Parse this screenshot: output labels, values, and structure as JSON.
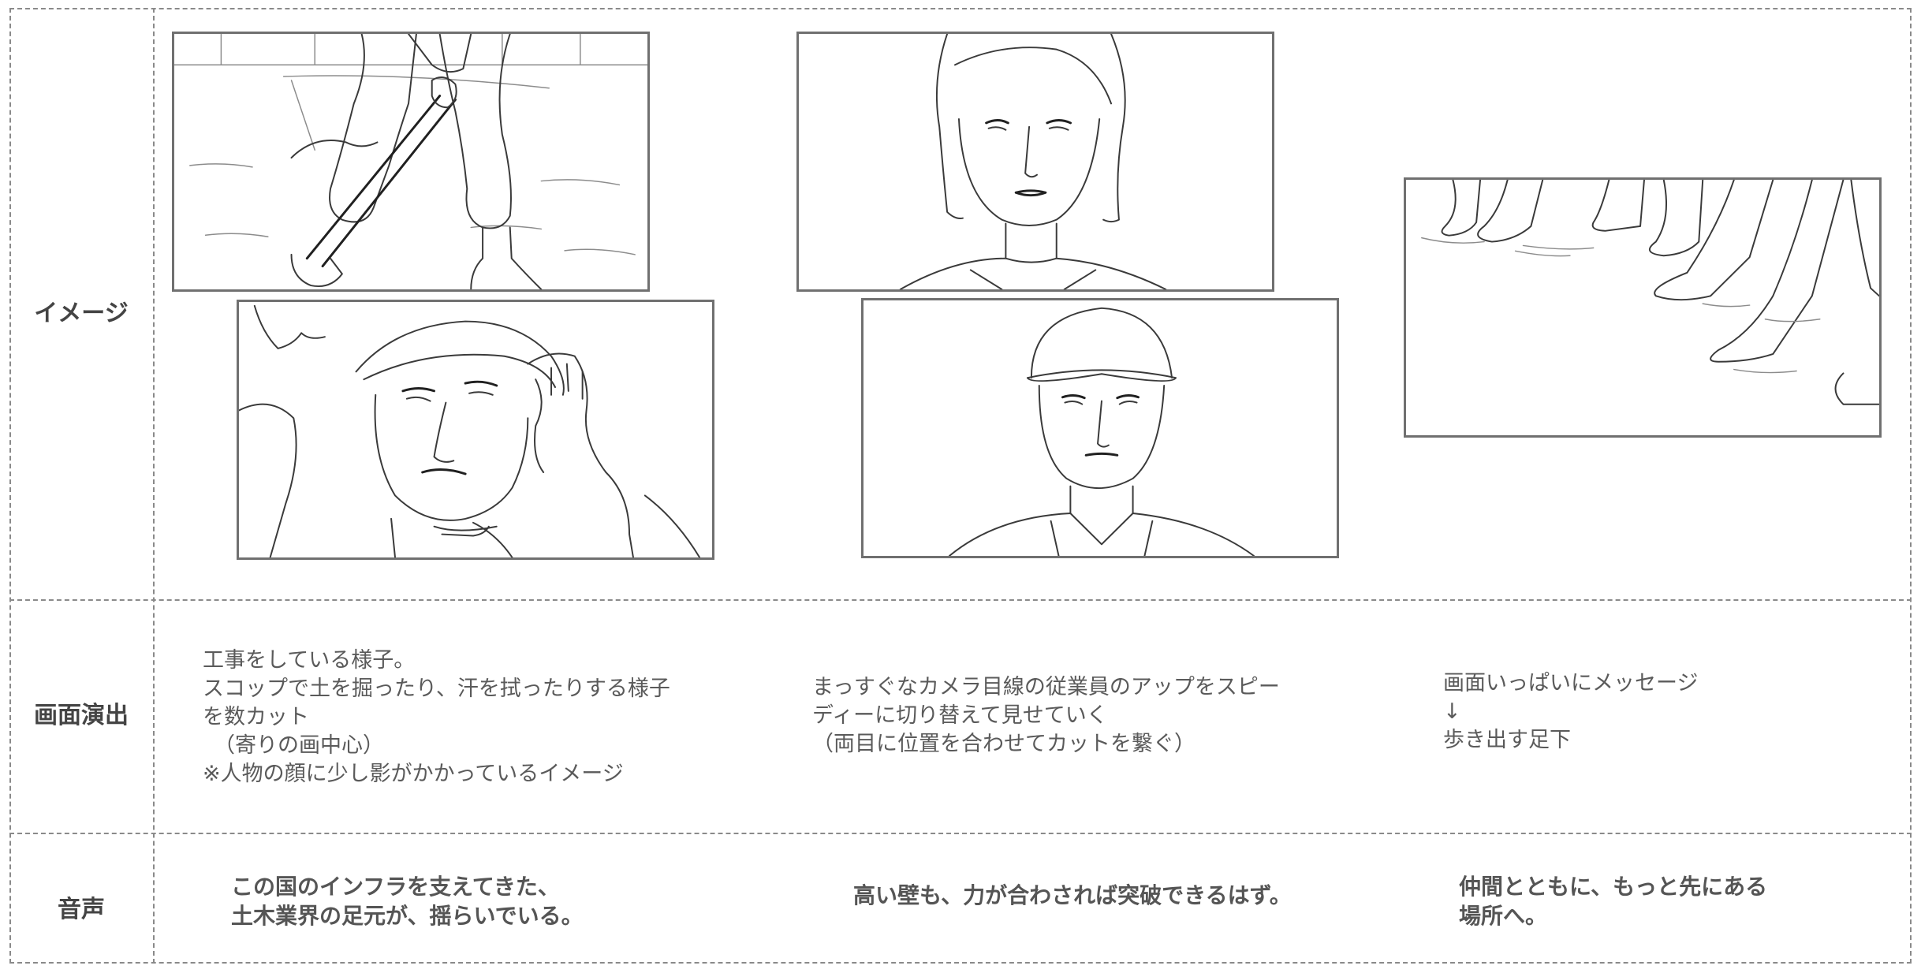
{
  "rows": {
    "image_label": "イメージ",
    "direction_label": "画面演出",
    "audio_label": "音声"
  },
  "columns": [
    {
      "direction_lines": [
        "工事をしている様子。",
        "スコップで土を掘ったり、汗を拭ったりする様子",
        "を数カット",
        "（寄りの画中心）",
        "※人物の顔に少し影がかかっているイメージ"
      ],
      "audio_lines": [
        "この国のインフラを支えてきた、",
        "土木業界の足元が、揺らいでいる。"
      ]
    },
    {
      "direction_lines": [
        "まっすぐなカメラ目線の従業員のアップをスピー",
        "ディーに切り替えて見せていく",
        "（両目に位置を合わせてカットを繋ぐ）"
      ],
      "audio_lines": [
        "高い壁も、力が合わされば突破できるはず。"
      ]
    },
    {
      "direction_lines": [
        "画面いっぱいにメッセージ",
        "↓",
        "歩き出す足下"
      ],
      "audio_lines": [
        "仲間とともに、もっと先にある",
        "場所へ。"
      ]
    }
  ],
  "sketches": [
    "worker-shoveling-sketch",
    "worker-wiping-sweat-sketch",
    "woman-facing-camera-sketch",
    "man-in-cap-facing-camera-sketch",
    "walking-feet-sketch"
  ]
}
